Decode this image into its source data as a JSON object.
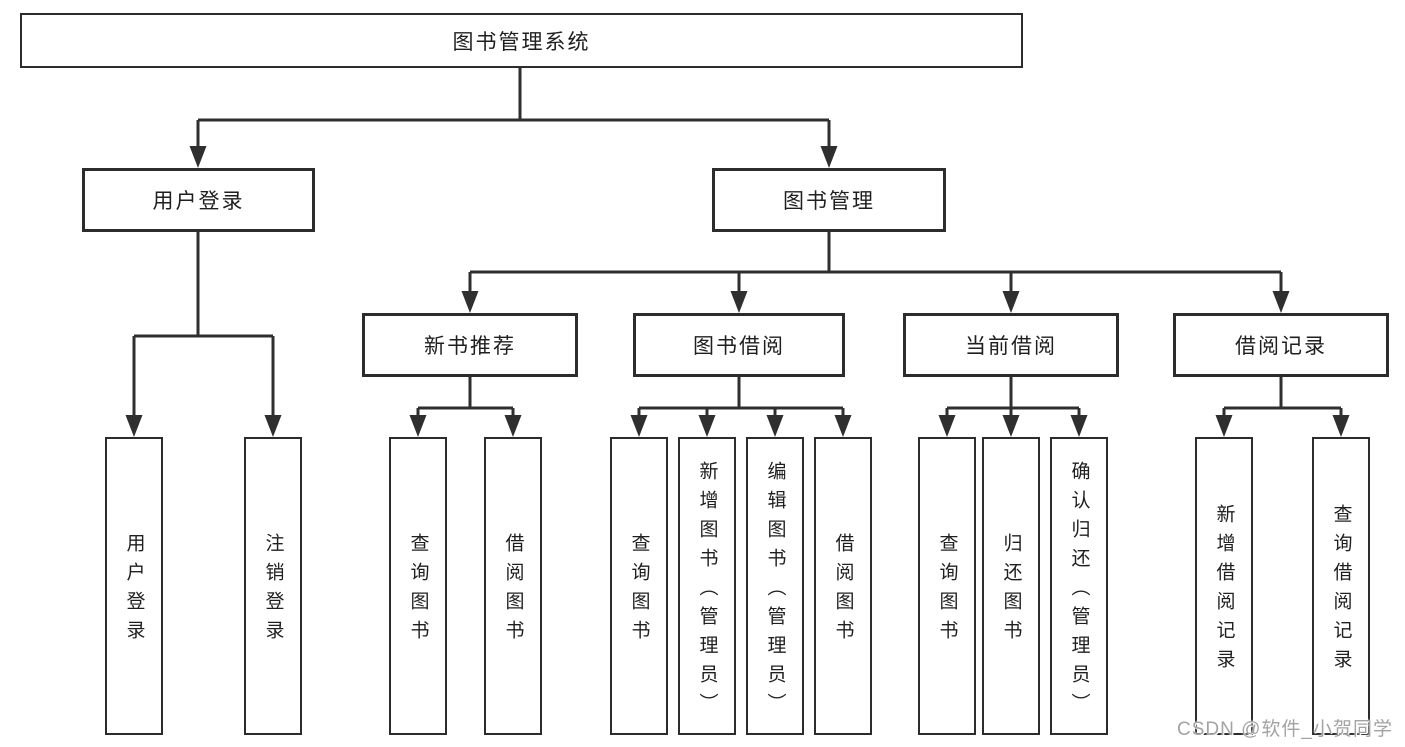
{
  "diagram": {
    "root": {
      "label": "图书管理系统"
    },
    "branches": [
      {
        "label": "用户登录",
        "children": [
          "用户登录",
          "注销登录"
        ]
      },
      {
        "label": "图书管理",
        "children": [
          {
            "label": "新书推荐",
            "children": [
              "查询图书",
              "借阅图书"
            ]
          },
          {
            "label": "图书借阅",
            "children": [
              "查询图书",
              "新增图书（管理员）",
              "编辑图书（管理员）",
              "借阅图书"
            ]
          },
          {
            "label": "当前借阅",
            "children": [
              "查询图书",
              "归还图书",
              "确认归还（管理员）"
            ]
          },
          {
            "label": "借阅记录",
            "children": [
              "新增借阅记录",
              "查询借阅记录"
            ]
          }
        ]
      }
    ]
  },
  "watermark": {
    "text": "CSDN @软件_小贺同学"
  },
  "colors": {
    "line": "#2f2f2f",
    "box_border": "#2c2c2c",
    "text": "#1f1f1f",
    "background": "#ffffff",
    "watermark": "#a3a3a3"
  }
}
